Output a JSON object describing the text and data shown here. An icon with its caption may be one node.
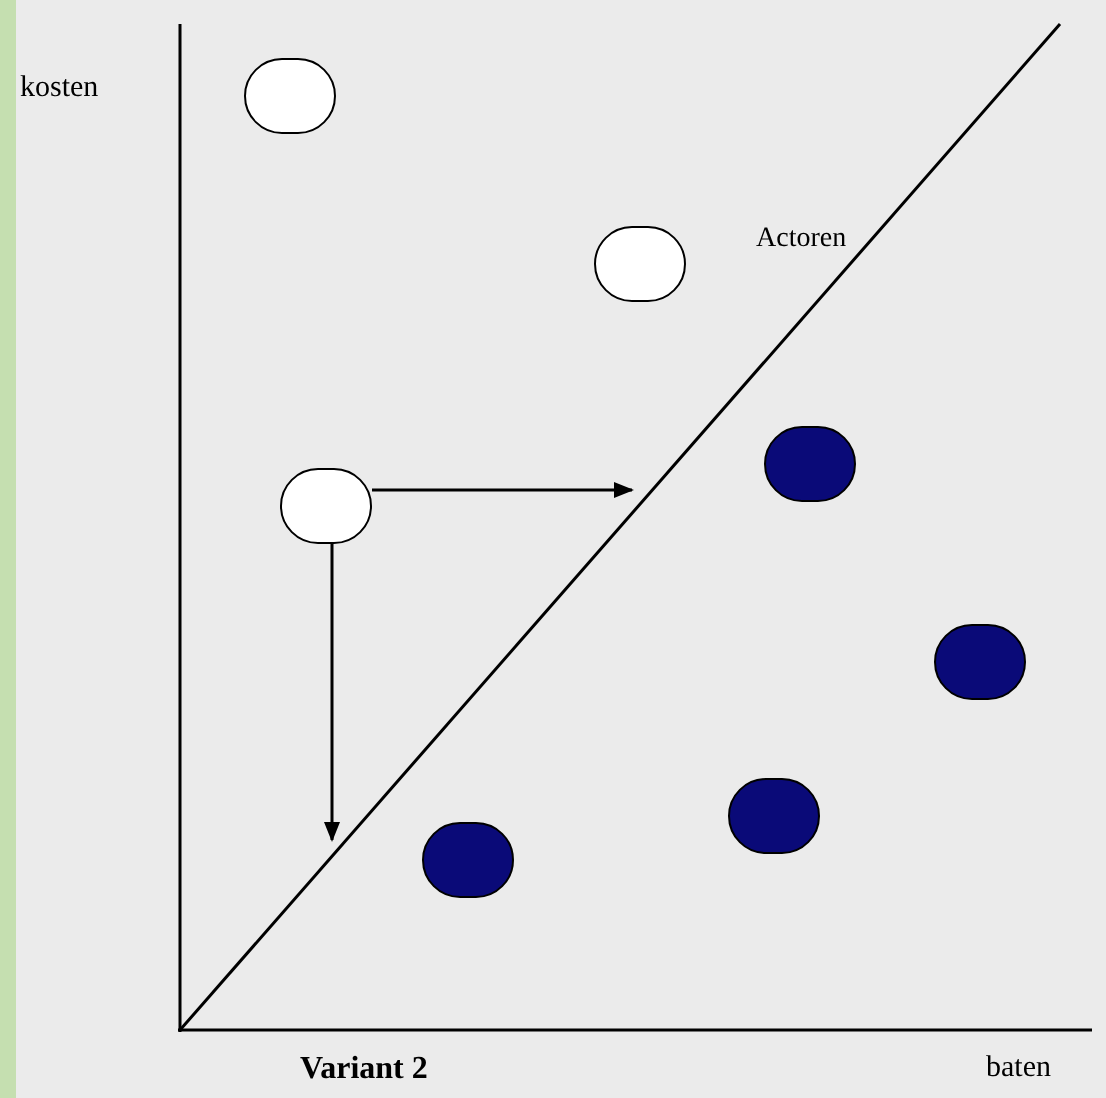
{
  "diagram": {
    "nodes": [
      {
        "text": [],
        "shape": "circle"
      },
      {
        "text": [],
        "shape": "circle"
      },
      {
        "text": [],
        "shape": "circle"
      },
      {
        "text": [],
        "shape": "circle"
      },
      {
        "text": [],
        "shape": "circle"
      },
      {
        "text": [],
        "shape": "circle"
      },
      {
        "text": [],
        "shape": "circle"
      }
    ],
    "edges": [
      {
        "from": 3,
        "to": null,
        "arrow": "to"
      },
      {
        "from": 3,
        "to": null,
        "arrow": "to"
      }
    ],
    "labels": [
      "kosten",
      "Actoren",
      "Variant 2",
      "baten"
    ]
  }
}
